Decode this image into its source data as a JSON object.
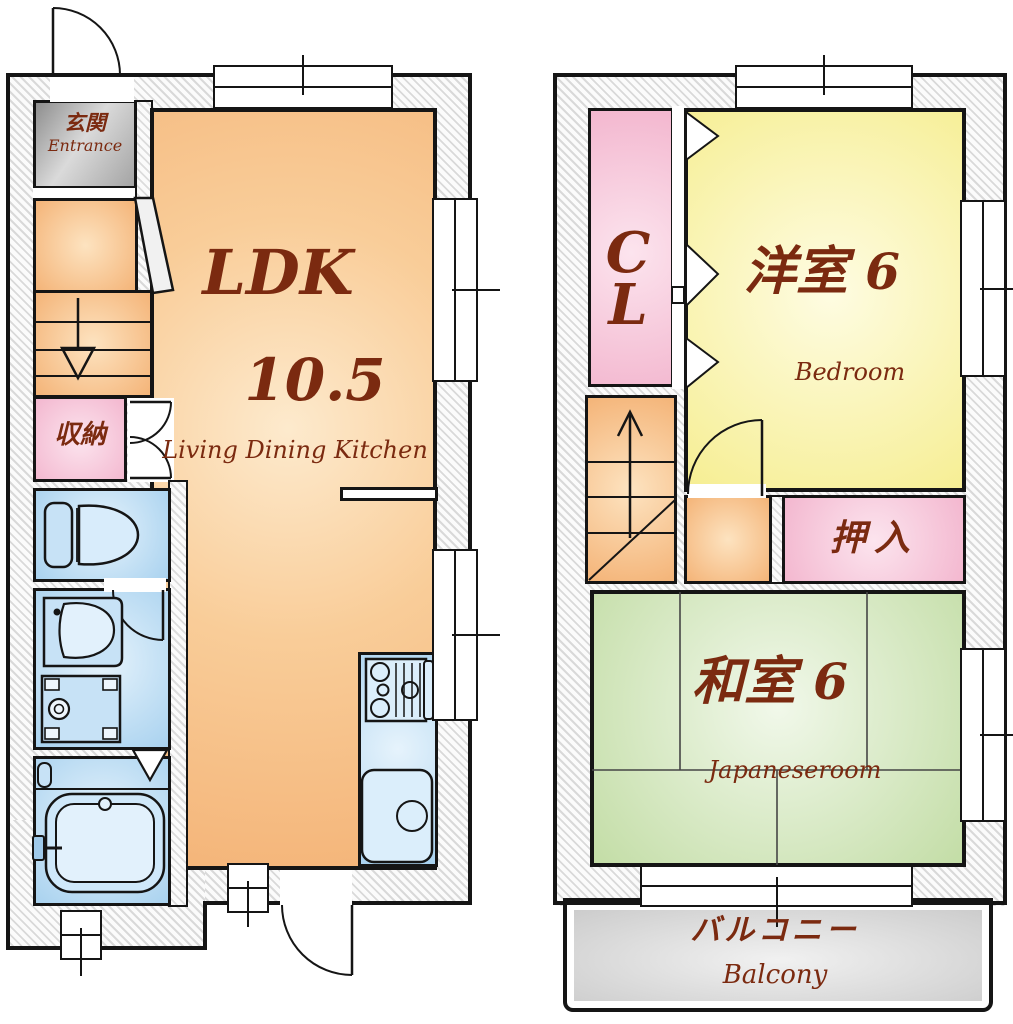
{
  "floor1": {
    "entrance": {
      "jp": "玄関",
      "en": "Entrance"
    },
    "ldk": {
      "abbr": "LDK",
      "size": "10.5",
      "en": "Living Dining Kitchen"
    },
    "storage": {
      "jp": "収納"
    }
  },
  "floor2": {
    "closet": {
      "abbr": "CL"
    },
    "bedroom": {
      "jp": "洋室",
      "size": "6",
      "en": "Bedroom"
    },
    "oshiire": {
      "jp": "押入"
    },
    "washitsu": {
      "jp": "和室",
      "size": "6",
      "en": "Japaneseroom"
    },
    "balcony": {
      "jp": "バルコニー",
      "en": "Balcony"
    }
  },
  "icons": {
    "toilet": "toilet-icon",
    "washbasin": "washbasin-icon",
    "washing_machine": "washing-machine-icon",
    "bathtub": "bathtub-icon",
    "stove": "stove-icon",
    "kitchen_sink": "kitchen-sink-icon",
    "stairs_down": "stairs-down-arrow-icon",
    "stairs_up": "stairs-up-arrow-icon"
  },
  "colors": {
    "ldk_orange": "#f4b478",
    "bedroom_yellow": "#f6ee92",
    "washitsu_green": "#c3dda6",
    "closet_pink": "#f3b7cf",
    "water_blue": "#a9d2ef",
    "entrance_gray": "#b9b9b9",
    "balcony_gray": "#cccccc",
    "label_brown": "#7b2a10",
    "wall_black": "#151515"
  }
}
